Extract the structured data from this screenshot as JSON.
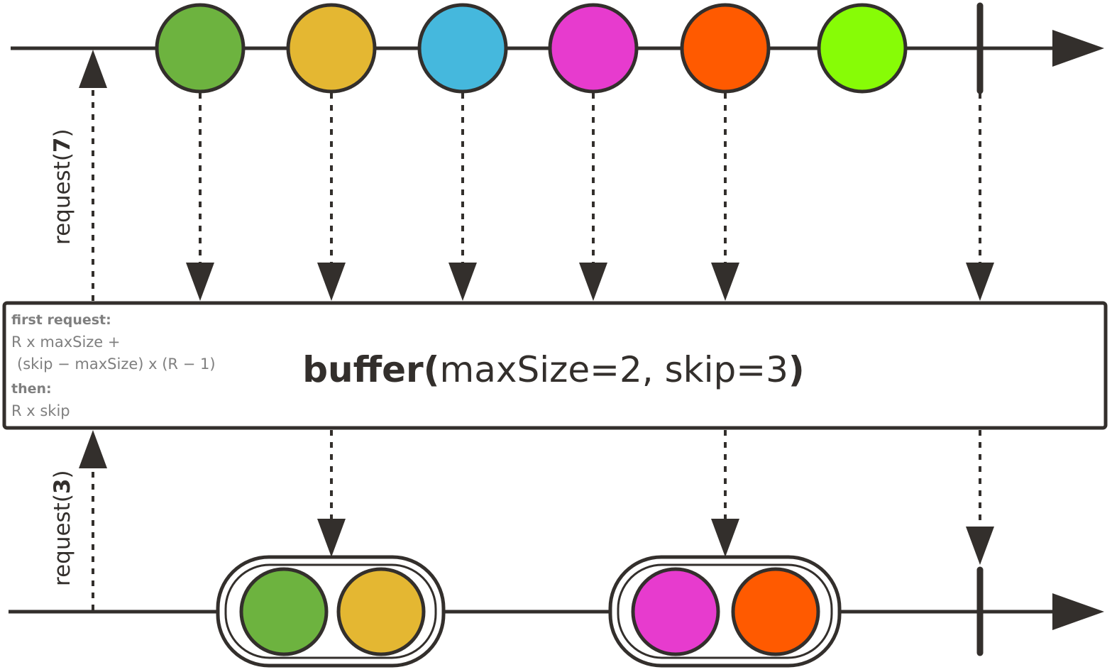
{
  "operator": {
    "name": "buffer(",
    "params": "maxSize=2, skip=3",
    "close": ")"
  },
  "note": {
    "first_label": "first request:",
    "formula_line1": "R x maxSize +",
    "formula_line2": "(skip − maxSize) x (R − 1)",
    "then_label": "then:",
    "then_formula": "R x skip"
  },
  "requests": {
    "upstream": {
      "prefix": "request(",
      "value": "7",
      "suffix": ")"
    },
    "downstream": {
      "prefix": "request(",
      "value": "3",
      "suffix": ")"
    }
  },
  "upstream_items": [
    {
      "color": "#6db33f",
      "label": "green"
    },
    {
      "color": "#e4b732",
      "label": "yellow"
    },
    {
      "color": "#45b8dd",
      "label": "blue"
    },
    {
      "color": "#e73bce",
      "label": "magenta"
    },
    {
      "color": "#ff5a00",
      "label": "orange"
    },
    {
      "color": "#87fc06",
      "label": "lime"
    }
  ],
  "buffers": [
    {
      "items": [
        "#6db33f",
        "#e4b732"
      ]
    },
    {
      "items": [
        "#e73bce",
        "#ff5a00"
      ]
    }
  ],
  "colors": {
    "stroke": "#332f2c",
    "note_text": "#7f7f7f"
  },
  "icons": {
    "timeline_arrow": "arrow-head",
    "completion": "vertical-bar"
  }
}
